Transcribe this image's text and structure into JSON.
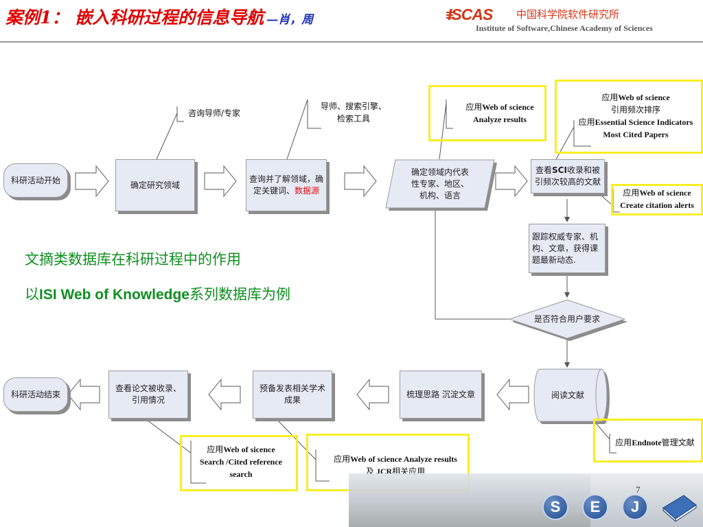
{
  "slide": {
    "title_main": "案例1： 嵌入科研过程的信息导航",
    "title_sub": "—肖，周",
    "page_number": "7"
  },
  "logo": {
    "brand": "ISCAS",
    "cn": "中国科学院软件研究所",
    "en": "Institute of Software,Chinese Academy of Sciences"
  },
  "flow": {
    "start": "科研活动开始",
    "define_field": "确定研究领域",
    "query_a": "查询并了解领域，确",
    "query_b": "定关键词、",
    "query_red": "数据源",
    "experts_a": "确定领域内代表",
    "experts_b": "性专家、地区、",
    "experts_c": "机构、语言",
    "sci_a": "查看",
    "sci_b": "SCI",
    "sci_c": "收录和被",
    "sci_d": "引频次较高的文献",
    "track_a": "跟踪权威专家、机",
    "track_b": "构、文章，获得课",
    "track_c": "题最新动态.",
    "decision": "是否符合用户要求",
    "read": "阅读文献",
    "organize": "梳理思路  沉淀文章",
    "prepare_a": "预备发表相关学术",
    "prepare_b": "成果",
    "check_a": "查看论文被收录、",
    "check_b": "引用情况",
    "end": "科研活动结束"
  },
  "notes": {
    "consult": "咨询导师/专家",
    "tools_a": "导师、搜索引擎、",
    "tools_b": "检索工具",
    "wos_analyze_a1": "应用",
    "wos_analyze_a2": "Web of science",
    "wos_analyze_b": "Analyze results",
    "wos_cite_a1": "应用",
    "wos_cite_a2": "Web of science",
    "wos_cite_b": "引用频次排序",
    "wos_cite_c1": "应用",
    "wos_cite_c2": "Essential Science Indicators",
    "wos_cite_d": "Most Cited Papers",
    "alerts_a1": "应用",
    "alerts_a2": "Web of science",
    "alerts_b": "Create citation alerts",
    "endnote_1": "应用",
    "endnote_2": "Endnote",
    "endnote_3": "管理文献",
    "jcr_a1": "应用",
    "jcr_a2": "Web of science   Analyze results",
    "jcr_b1": "及 ",
    "jcr_b2": "JCR",
    "jcr_b3": "相关应用",
    "cited_a1": "应用",
    "cited_a2": "Web of sicence",
    "cited_b": "Search  /Cited reference",
    "cited_c": "search"
  },
  "caption": {
    "line1": "文摘类数据库在科研过程中的作用",
    "line2_prefix": "以",
    "line2_bold": "ISI Web of Knowledge",
    "line2_suffix": "系列数据库为例"
  },
  "footer_badges": [
    "S",
    "E",
    "J"
  ],
  "colors": {
    "title_red": "#e00000",
    "title_blue": "#1d30b8",
    "highlight_yellow": "#f7ee26",
    "caption_green": "#0e8f1f",
    "box_fill": "#e6eaf4"
  }
}
